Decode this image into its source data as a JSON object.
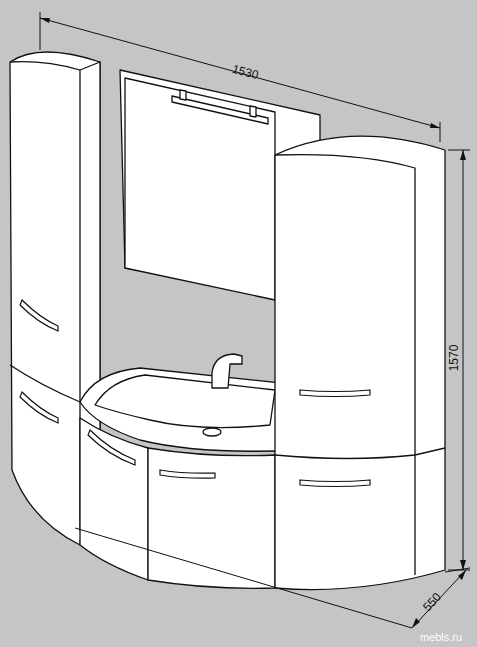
{
  "diagram": {
    "labels": [
      "1530",
      "1570",
      "550",
      "mebls.ru"
    ]
  }
}
